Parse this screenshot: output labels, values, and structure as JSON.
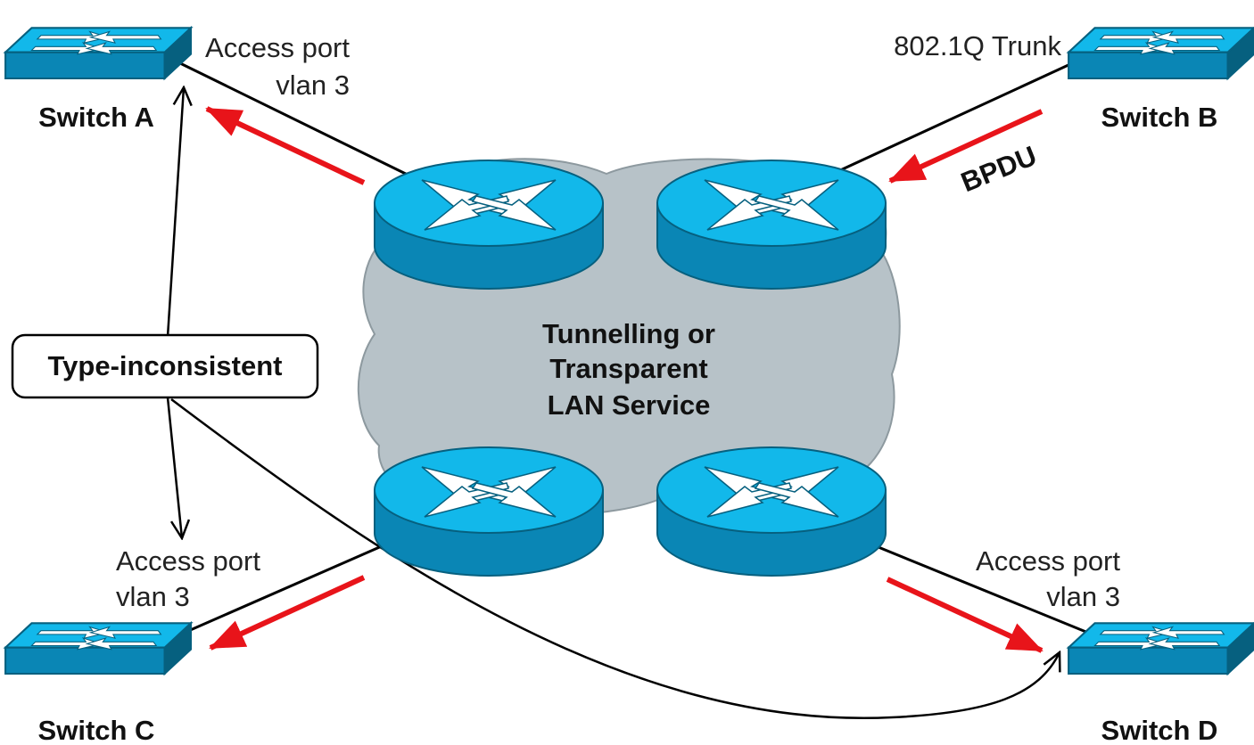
{
  "cloud": {
    "line1": "Tunnelling or",
    "line2": "Transparent",
    "line3": "LAN Service"
  },
  "switches": {
    "a": {
      "label": "Switch A"
    },
    "b": {
      "label": "Switch B"
    },
    "c": {
      "label": "Switch C"
    },
    "d": {
      "label": "Switch D"
    }
  },
  "ports": {
    "a": {
      "line1": "Access port",
      "line2": "vlan 3"
    },
    "b": {
      "line1": "802.1Q Trunk"
    },
    "c": {
      "line1": "Access port",
      "line2": "vlan 3"
    },
    "d": {
      "line1": "Access port",
      "line2": "vlan 3"
    }
  },
  "bpdu_label": "BPDU",
  "callout": {
    "label": "Type-inconsistent"
  },
  "colors": {
    "device_top": "#12b8ea",
    "device_side": "#0a86b5",
    "device_dark": "#06607f",
    "cloud": "#b7c2c8",
    "arrow": "#e8141a",
    "line": "#000000"
  }
}
